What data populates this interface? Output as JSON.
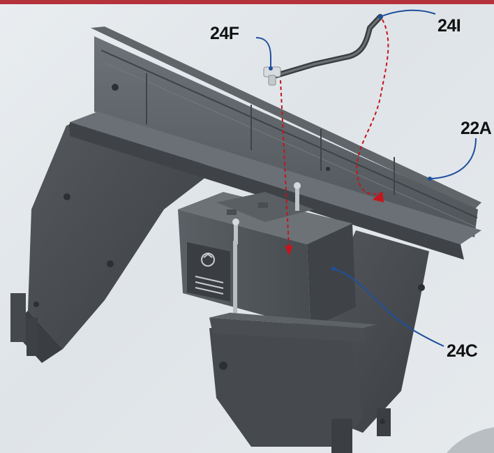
{
  "callouts": {
    "c24F": "24F",
    "c24I": "24I",
    "c22A": "22A",
    "c24C": "24C"
  },
  "colors": {
    "leader": "#1f4f9c",
    "dashed_path": "#c4161c",
    "metal": "#4d5257",
    "metal_dark": "#34383c",
    "metal_light": "#6a7075",
    "accent_bar": "#b4323a"
  },
  "icons": {
    "label": "recycle-icon"
  }
}
